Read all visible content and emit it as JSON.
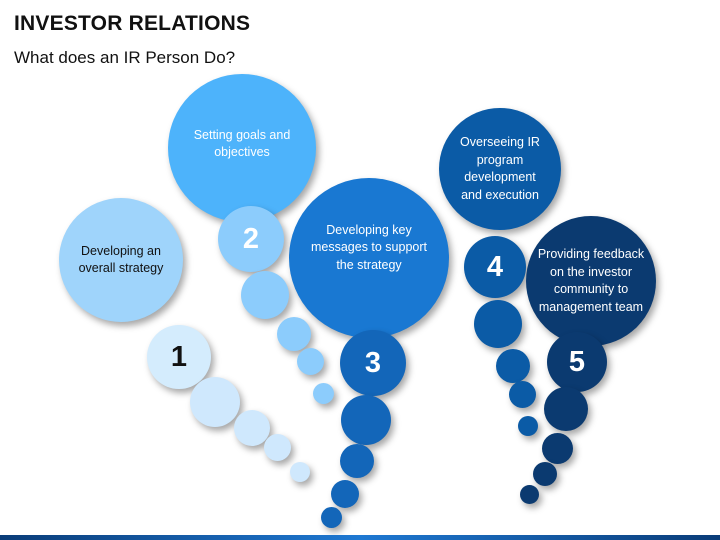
{
  "header": {
    "title": "INVESTOR RELATIONS",
    "subtitle": "What does an IR Person Do?"
  },
  "steps": [
    {
      "number": "1",
      "text": "Developing an overall strategy",
      "color": "#9fd4fb"
    },
    {
      "number": "2",
      "text": "Setting goals and objectives",
      "color": "#4db3fb"
    },
    {
      "number": "3",
      "text": "Developing key messages to support the strategy",
      "color": "#1978d2"
    },
    {
      "number": "4",
      "text": "Overseeing IR program development and execution",
      "color": "#0b5ba6"
    },
    {
      "number": "5",
      "text": "Providing feedback on the investor community to management team",
      "color": "#0b3a70"
    }
  ]
}
